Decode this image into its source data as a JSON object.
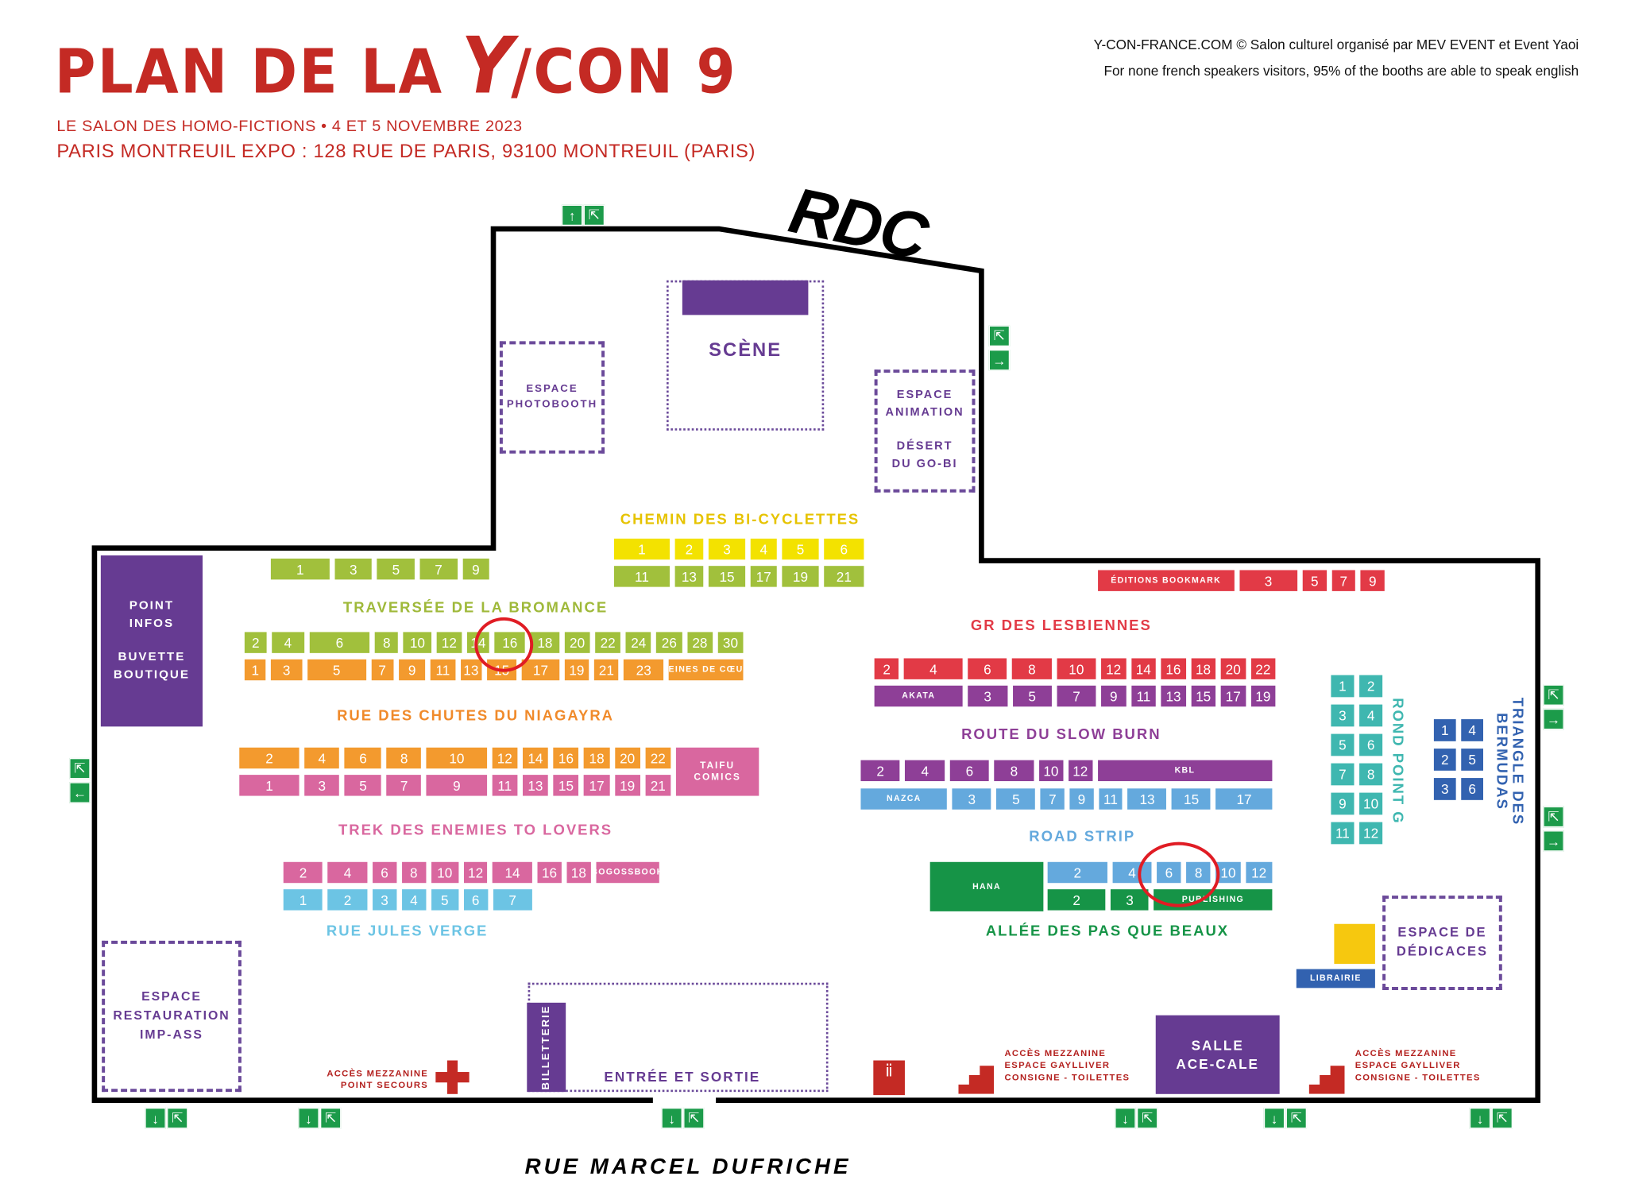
{
  "header": {
    "title_part1": "PLAN DE LA ",
    "title_logo_y": "Y",
    "title_part2": "/CON 9",
    "subtitle": "LE SALON DES HOMO-FICTIONS • 4 ET 5 NOVEMBRE 2023",
    "address": "PARIS MONTREUIL EXPO : 128 RUE DE PARIS, 93100 MONTREUIL (PARIS)",
    "info_line1": "Y-CON-FRANCE.COM   ©  Salon culturel organisé par MEV EVENT et Event Yaoi",
    "info_line2": "For none french speakers visitors, 95% of the booths are able to speak english"
  },
  "floor_label": "RDC",
  "street_name": "RUE MARCEL DUFRICHE",
  "zones": {
    "scene": "SCÈNE",
    "photobooth": [
      "ESPACE",
      "PHOTOBOOTH"
    ],
    "animation": [
      "ESPACE",
      "ANIMATION",
      "DÉSERT",
      "DU GO-BI"
    ],
    "point_infos": [
      "POINT",
      "INFOS",
      "BUVETTE",
      "BOUTIQUE"
    ],
    "restauration": [
      "ESPACE",
      "RESTAURATION",
      "IMP-ASS"
    ],
    "billetterie": "BILLETTERIE",
    "entree": "ENTRÉE ET SORTIE",
    "salle": [
      "SALLE",
      "ACE-CALE"
    ],
    "dedicaces": [
      "ESPACE DE",
      "DÉDICACES"
    ],
    "librairie": "LIBRAIRIE",
    "taifu": [
      "TAIFU",
      "COMICS"
    ],
    "hana": "HANA",
    "mezz_left": [
      "ACCÈS MEZZANINE",
      "POINT SECOURS"
    ],
    "mezz_mid": [
      "ACCÈS MEZZANINE",
      "ESPACE GAYLLIVER",
      "CONSIGNE - TOILETTES"
    ],
    "mezz_right": [
      "ACCÈS MEZZANINE",
      "ESPACE GAYLLIVER",
      "CONSIGNE - TOILETTES"
    ]
  },
  "streets": {
    "bicyclettes": "CHEMIN DES BI-CYCLETTES",
    "bromance": "TRAVERSÉE DE LA BROMANCE",
    "niagayra": "RUE DES CHUTES DU NIAGAYRA",
    "trek": "TREK DES ENEMIES TO LOVERS",
    "jules": "RUE JULES VERGE",
    "lesbiennes": "GR DES LESBIENNES",
    "slowburn": "ROUTE DU SLOW BURN",
    "roadstrip": "ROAD STRIP",
    "pasquebeaux": "ALLÉE DES PAS QUE BEAUX",
    "rondpoint": "ROND POINT G",
    "triangle": [
      "TRIANGLE DES",
      "BERMUDAS"
    ]
  },
  "colors": {
    "lime": "#a1c03c",
    "yellow": "#f3e200",
    "orange": "#f39a2e",
    "pink": "#d9679f",
    "lightblue": "#6cc4e4",
    "red": "#e23a46",
    "purple": "#8e3f97",
    "skyblue": "#64a9dd",
    "darkgreen": "#169447",
    "teal": "#3fb7b0",
    "blue": "#3262b0",
    "title_red": "#c42a24"
  },
  "rows": {
    "topleft": {
      "color": "lime",
      "booths": [
        "1",
        "3",
        "5",
        "7",
        "9"
      ]
    },
    "bicy_y": {
      "color": "yellow",
      "booths": [
        "1",
        "2",
        "3",
        "4",
        "5",
        "6"
      ]
    },
    "bicy_g": {
      "color": "lime",
      "booths": [
        "11",
        "13",
        "15",
        "17",
        "19",
        "21"
      ]
    },
    "brom_g": {
      "color": "lime",
      "booths": [
        "2",
        "4",
        "6",
        "8",
        "10",
        "12",
        "14",
        "16",
        "18",
        "20",
        "22",
        "24",
        "26",
        "28",
        "30"
      ]
    },
    "brom_o": {
      "color": "orange",
      "booths": [
        "1",
        "3",
        "5",
        "7",
        "9",
        "11",
        "13",
        "15",
        "17",
        "19",
        "21",
        "23",
        "REINES DE CŒUR"
      ]
    },
    "nia_o": {
      "color": "orange",
      "booths": [
        "2",
        "4",
        "6",
        "8",
        "10",
        "12",
        "14",
        "16",
        "18",
        "20",
        "22"
      ]
    },
    "nia_p": {
      "color": "pink",
      "booths": [
        "1",
        "3",
        "5",
        "7",
        "9",
        "11",
        "13",
        "15",
        "17",
        "19",
        "21"
      ]
    },
    "trek_p": {
      "color": "pink",
      "booths": [
        "2",
        "4",
        "6",
        "8",
        "10",
        "12",
        "14",
        "16",
        "18",
        "BOGOSSBOOK"
      ]
    },
    "jules_b": {
      "color": "lightblue",
      "booths": [
        "1",
        "2",
        "3",
        "4",
        "5",
        "6",
        "7"
      ]
    },
    "bookmark": {
      "color": "red",
      "booths": [
        "ÉDITIONS BOOKMARK",
        "3",
        "5",
        "7",
        "9"
      ]
    },
    "gr_r": {
      "color": "red",
      "booths": [
        "2",
        "4",
        "6",
        "8",
        "10",
        "12",
        "14",
        "16",
        "18",
        "20",
        "22"
      ]
    },
    "gr_p": {
      "color": "purple",
      "booths": [
        "AKATA",
        "3",
        "5",
        "7",
        "9",
        "11",
        "13",
        "15",
        "17",
        "19"
      ]
    },
    "sb_p": {
      "color": "purple",
      "booths": [
        "2",
        "4",
        "6",
        "8",
        "10",
        "12",
        "KBL"
      ]
    },
    "sb_b": {
      "color": "skyblue",
      "booths": [
        "NAZCA",
        "3",
        "5",
        "7",
        "9",
        "11",
        "13",
        "15",
        "17"
      ]
    },
    "rs_b": {
      "color": "skyblue",
      "booths": [
        "2",
        "4",
        "6",
        "8",
        "10",
        "12"
      ]
    },
    "rs_g": {
      "color": "darkgreen",
      "booths": [
        "2",
        "3",
        "PUBLISHING"
      ]
    },
    "rp1": {
      "color": "teal",
      "booths": [
        "1",
        "2"
      ]
    },
    "rp2": {
      "color": "teal",
      "booths": [
        "3",
        "4"
      ]
    },
    "rp3": {
      "color": "teal",
      "booths": [
        "5",
        "6"
      ]
    },
    "rp4": {
      "color": "teal",
      "booths": [
        "7",
        "8"
      ]
    },
    "rp5": {
      "color": "teal",
      "booths": [
        "9",
        "10"
      ]
    },
    "rp6": {
      "color": "teal",
      "booths": [
        "11",
        "12"
      ]
    },
    "tb1": {
      "color": "blue",
      "booths": [
        "1",
        "4"
      ]
    },
    "tb2": {
      "color": "blue",
      "booths": [
        "2",
        "5"
      ]
    },
    "tb3": {
      "color": "blue",
      "booths": [
        "3",
        "6"
      ]
    }
  }
}
